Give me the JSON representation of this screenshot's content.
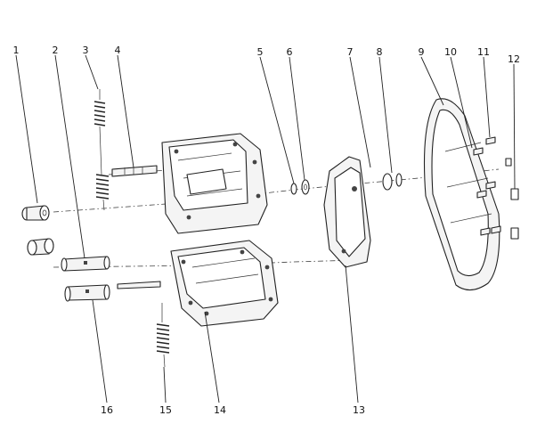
{
  "callouts": [
    "1",
    "2",
    "3",
    "4",
    "5",
    "6",
    "7",
    "8",
    "9",
    "10",
    "11",
    "12",
    "13",
    "14",
    "15",
    "16"
  ]
}
